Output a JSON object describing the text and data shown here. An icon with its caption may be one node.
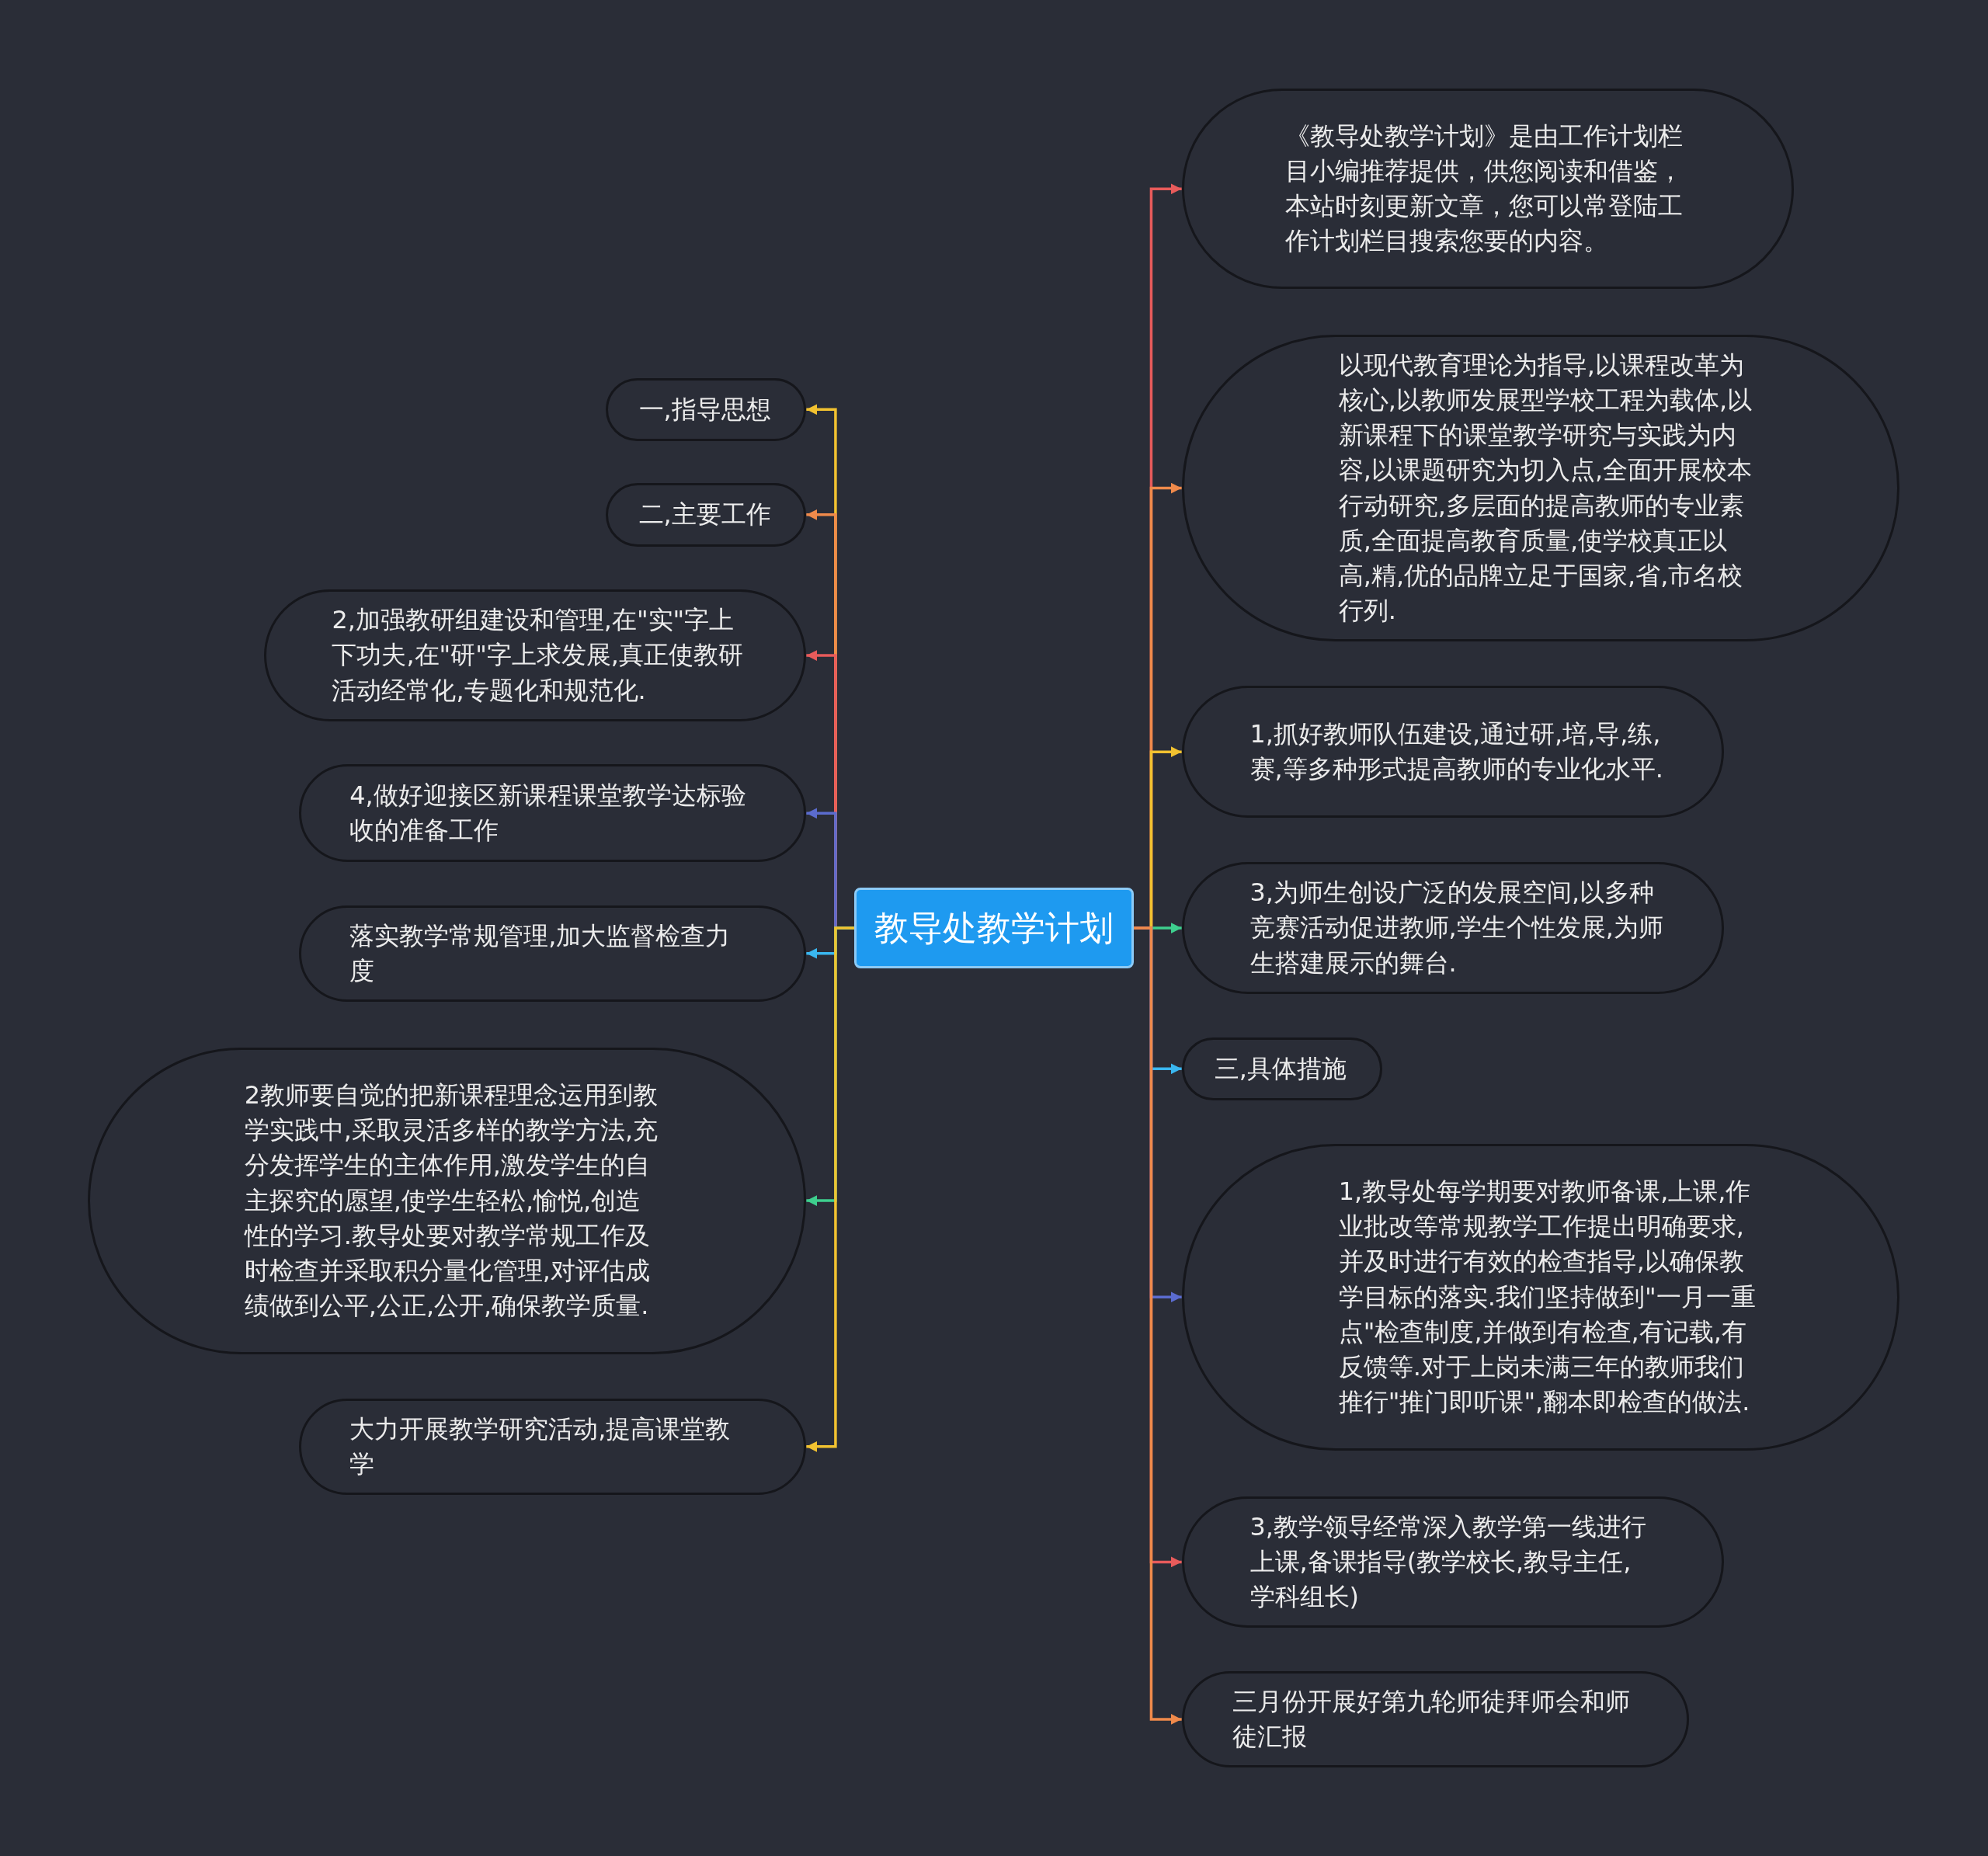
{
  "diagram": {
    "nodes": [
      {
        "text": [
          "教导处教学计划"
        ]
      },
      {
        "text": [
          "《教导处教学计划》是由工作计划栏目小编推荐提供，供您阅读和借鉴，本站时刻更新文章，您可以常登陆工作计划栏目搜索您要的内容。"
        ]
      },
      {
        "text": [
          "以现代教育理论为指导,以课程改革为核心,以教师发展型学校工程为载体,以新课程下的课堂教学研究与实践为内容,以课题研究为切入点,全面开展校本行动研究,多层面的提高教师的专业素质,全面提高教育质量,使学校真正以高,精,优的品牌立足于国家,省,市名校行列."
        ]
      },
      {
        "text": [
          "1,抓好教师队伍建设,通过研,培,导,练,赛,等多种形式提高教师的专业化水平."
        ]
      },
      {
        "text": [
          "3,为师生创设广泛的发展空间,以多种竞赛活动促进教师,学生个性发展,为师生搭建展示的舞台."
        ]
      },
      {
        "text": [
          "三,具体措施"
        ]
      },
      {
        "text": [
          "1,教导处每学期要对教师备课,上课,作业批改等常规教学工作提出明确要求,并及时进行有效的检查指导,以确保教学目标的落实.我们坚持做到\"一月一重点\"检查制度,并做到有检查,有记载,有反馈等.对于上岗未满三年的教师我们推行\"推门即听课\",翻本即检查的做法."
        ]
      },
      {
        "text": [
          "3,教学领导经常深入教学第一线进行上课,备课指导(教学校长,教导主任,学科组长)"
        ]
      },
      {
        "text": [
          "三月份开展好第九轮师徒拜师会和师徒汇报"
        ]
      },
      {
        "text": [
          "一,指导思想"
        ]
      },
      {
        "text": [
          "二,主要工作"
        ]
      },
      {
        "text": [
          "2,加强教研组建设和管理,在\"实\"字上下功夫,在\"研\"字上求发展,真正使教研活动经常化,专题化和规范化."
        ]
      },
      {
        "text": [
          "4,做好迎接区新课程课堂教学达标验收的准备工作"
        ]
      },
      {
        "text": [
          "落实教学常规管理,加大监督检查力度"
        ]
      },
      {
        "text": [
          "2教师要自觉的把新课程理念运用到教学实践中,采取灵活多样的教学方法,充分发挥学生的主体作用,激发学生的自主探究的愿望,使学生轻松,愉悦,创造性的学习.教导处要对教学常规工作及时检查并采取积分量化管理,对评估成绩做到公平,公正,公开,确保教学质量."
        ]
      },
      {
        "text": [
          "大力开展教学研究活动,提高课堂教学"
        ]
      }
    ],
    "edges": [
      {
        "from": 0,
        "to": 1,
        "arrow": "to",
        "color": "#e85b5b"
      },
      {
        "from": 0,
        "to": 2,
        "arrow": "to",
        "color": "#f08a4b"
      },
      {
        "from": 0,
        "to": 3,
        "arrow": "to",
        "color": "#f2c230"
      },
      {
        "from": 0,
        "to": 4,
        "arrow": "to",
        "color": "#3ecf8e"
      },
      {
        "from": 0,
        "to": 5,
        "arrow": "to",
        "color": "#3ab7f0"
      },
      {
        "from": 0,
        "to": 6,
        "arrow": "to",
        "color": "#5b6ccf"
      },
      {
        "from": 0,
        "to": 7,
        "arrow": "to",
        "color": "#e85b5b"
      },
      {
        "from": 0,
        "to": 8,
        "arrow": "to",
        "color": "#f08a4b"
      },
      {
        "from": 0,
        "to": 9,
        "arrow": "to",
        "color": "#f2c230"
      },
      {
        "from": 0,
        "to": 10,
        "arrow": "to",
        "color": "#f08a4b"
      },
      {
        "from": 0,
        "to": 11,
        "arrow": "to",
        "color": "#e85b5b"
      },
      {
        "from": 0,
        "to": 12,
        "arrow": "to",
        "color": "#5b6ccf"
      },
      {
        "from": 0,
        "to": 13,
        "arrow": "to",
        "color": "#3ab7f0"
      },
      {
        "from": 0,
        "to": 14,
        "arrow": "to",
        "color": "#3ecf8e"
      },
      {
        "from": 0,
        "to": 15,
        "arrow": "to",
        "color": "#f2c230"
      }
    ]
  }
}
